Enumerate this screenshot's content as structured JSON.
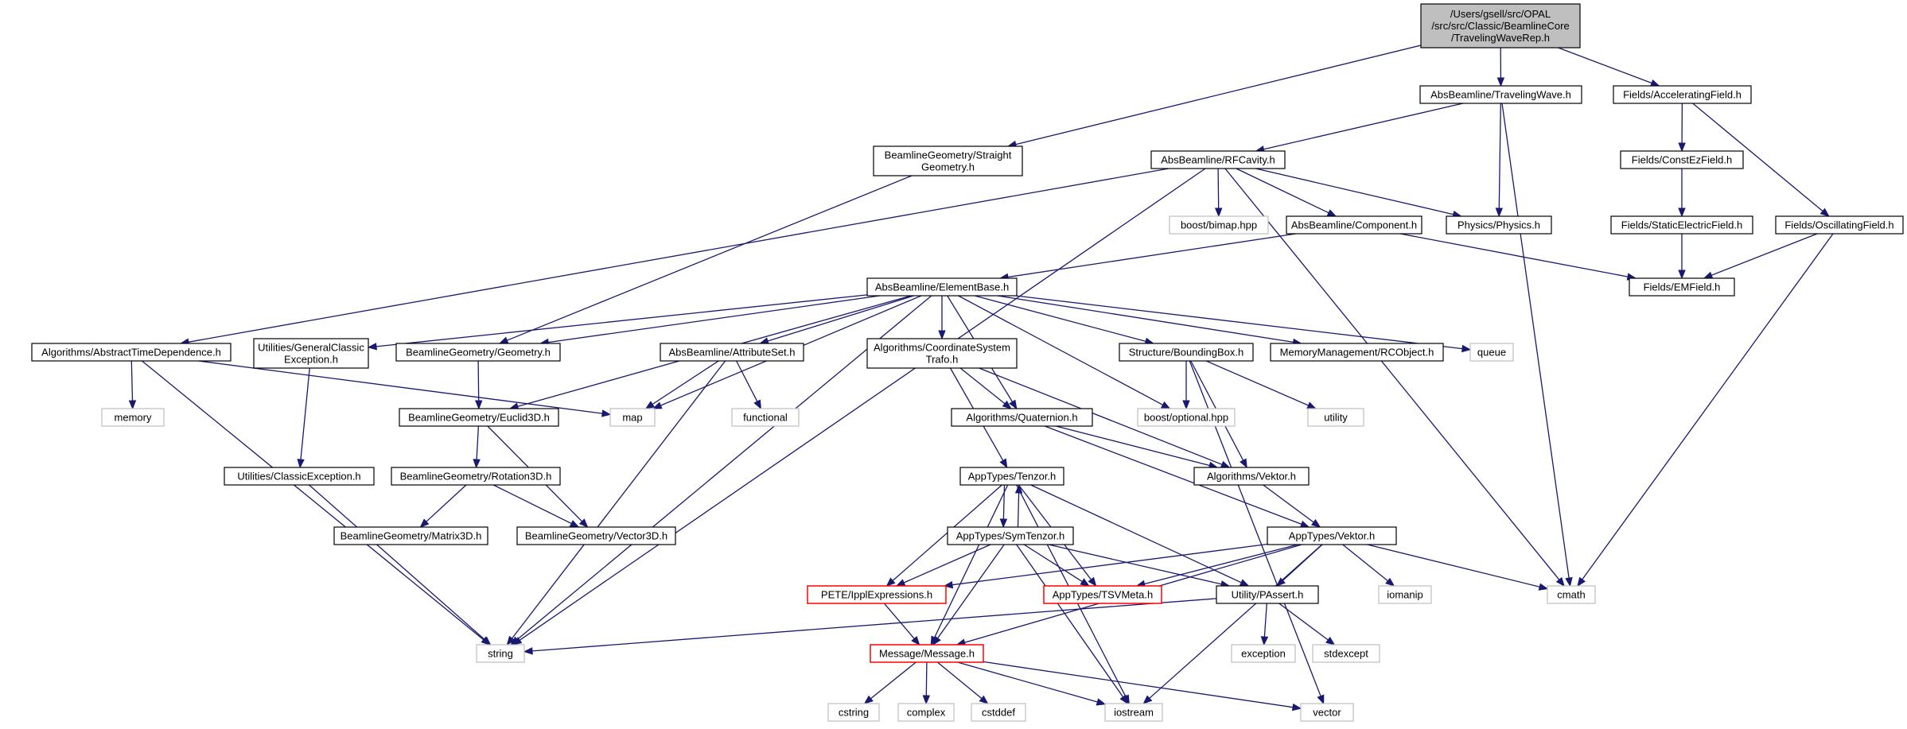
{
  "diagram": {
    "nodes": [
      {
        "id": "root",
        "lines": [
          "/Users/gsell/src/OPAL",
          "/src/src/Classic/BeamlineCore",
          "/TravelingWaveRep.h"
        ],
        "style": "root"
      },
      {
        "id": "travelingwave",
        "lines": [
          "AbsBeamline/TravelingWave.h"
        ],
        "style": "file"
      },
      {
        "id": "accelfield",
        "lines": [
          "Fields/AcceleratingField.h"
        ],
        "style": "file"
      },
      {
        "id": "straightgeom",
        "lines": [
          "BeamlineGeometry/Straight",
          "Geometry.h"
        ],
        "style": "file"
      },
      {
        "id": "rfcavity",
        "lines": [
          "AbsBeamline/RFCavity.h"
        ],
        "style": "file"
      },
      {
        "id": "constez",
        "lines": [
          "Fields/ConstEzField.h"
        ],
        "style": "file"
      },
      {
        "id": "staticelectric",
        "lines": [
          "Fields/StaticElectricField.h"
        ],
        "style": "file"
      },
      {
        "id": "oscillating",
        "lines": [
          "Fields/OscillatingField.h"
        ],
        "style": "file"
      },
      {
        "id": "bimap",
        "lines": [
          "boost/bimap.hpp"
        ],
        "style": "system"
      },
      {
        "id": "component",
        "lines": [
          "AbsBeamline/Component.h"
        ],
        "style": "file"
      },
      {
        "id": "physics",
        "lines": [
          "Physics/Physics.h"
        ],
        "style": "file"
      },
      {
        "id": "emfield",
        "lines": [
          "Fields/EMField.h"
        ],
        "style": "file"
      },
      {
        "id": "elementbase",
        "lines": [
          "AbsBeamline/ElementBase.h"
        ],
        "style": "file"
      },
      {
        "id": "abstimedep",
        "lines": [
          "Algorithms/AbstractTimeDependence.h"
        ],
        "style": "file"
      },
      {
        "id": "genclassicexc",
        "lines": [
          "Utilities/GeneralClassic",
          "Exception.h"
        ],
        "style": "file"
      },
      {
        "id": "geometry",
        "lines": [
          "BeamlineGeometry/Geometry.h"
        ],
        "style": "file"
      },
      {
        "id": "attributeset",
        "lines": [
          "AbsBeamline/AttributeSet.h"
        ],
        "style": "file"
      },
      {
        "id": "coordtrafo",
        "lines": [
          "Algorithms/CoordinateSystem",
          "Trafo.h"
        ],
        "style": "file"
      },
      {
        "id": "boundingbox",
        "lines": [
          "Structure/BoundingBox.h"
        ],
        "style": "file"
      },
      {
        "id": "rcobject",
        "lines": [
          "MemoryManagement/RCObject.h"
        ],
        "style": "file"
      },
      {
        "id": "queue",
        "lines": [
          "queue"
        ],
        "style": "system"
      },
      {
        "id": "memory",
        "lines": [
          "memory"
        ],
        "style": "system"
      },
      {
        "id": "map",
        "lines": [
          "map"
        ],
        "style": "system"
      },
      {
        "id": "euclid3d",
        "lines": [
          "BeamlineGeometry/Euclid3D.h"
        ],
        "style": "file"
      },
      {
        "id": "functional",
        "lines": [
          "functional"
        ],
        "style": "system"
      },
      {
        "id": "quaternion",
        "lines": [
          "Algorithms/Quaternion.h"
        ],
        "style": "file"
      },
      {
        "id": "optional",
        "lines": [
          "boost/optional.hpp"
        ],
        "style": "system"
      },
      {
        "id": "utility",
        "lines": [
          "utility"
        ],
        "style": "system"
      },
      {
        "id": "classicexc",
        "lines": [
          "Utilities/ClassicException.h"
        ],
        "style": "file"
      },
      {
        "id": "rotation3d",
        "lines": [
          "BeamlineGeometry/Rotation3D.h"
        ],
        "style": "file"
      },
      {
        "id": "tenzor",
        "lines": [
          "AppTypes/Tenzor.h"
        ],
        "style": "file"
      },
      {
        "id": "vektor",
        "lines": [
          "Algorithms/Vektor.h"
        ],
        "style": "file"
      },
      {
        "id": "matrix3d",
        "lines": [
          "BeamlineGeometry/Matrix3D.h"
        ],
        "style": "file"
      },
      {
        "id": "vector3d",
        "lines": [
          "BeamlineGeometry/Vector3D.h"
        ],
        "style": "file"
      },
      {
        "id": "symtenzor",
        "lines": [
          "AppTypes/SymTenzor.h"
        ],
        "style": "file"
      },
      {
        "id": "appvektor",
        "lines": [
          "AppTypes/Vektor.h"
        ],
        "style": "file"
      },
      {
        "id": "ipplexpr",
        "lines": [
          "PETE/IpplExpressions.h"
        ],
        "style": "truncated"
      },
      {
        "id": "tsvmeta",
        "lines": [
          "AppTypes/TSVMeta.h"
        ],
        "style": "truncated"
      },
      {
        "id": "passert",
        "lines": [
          "Utility/PAssert.h"
        ],
        "style": "file"
      },
      {
        "id": "iomanip",
        "lines": [
          "iomanip"
        ],
        "style": "system"
      },
      {
        "id": "cmath",
        "lines": [
          "cmath"
        ],
        "style": "system"
      },
      {
        "id": "string",
        "lines": [
          "string"
        ],
        "style": "system"
      },
      {
        "id": "message",
        "lines": [
          "Message/Message.h"
        ],
        "style": "truncated"
      },
      {
        "id": "exception",
        "lines": [
          "exception"
        ],
        "style": "system"
      },
      {
        "id": "stdexcept",
        "lines": [
          "stdexcept"
        ],
        "style": "system"
      },
      {
        "id": "cstring",
        "lines": [
          "cstring"
        ],
        "style": "system"
      },
      {
        "id": "complex",
        "lines": [
          "complex"
        ],
        "style": "system"
      },
      {
        "id": "cstddef",
        "lines": [
          "cstddef"
        ],
        "style": "system"
      },
      {
        "id": "iostream",
        "lines": [
          "iostream"
        ],
        "style": "system"
      },
      {
        "id": "vector",
        "lines": [
          "vector"
        ],
        "style": "system"
      }
    ],
    "edges": [
      [
        "root",
        "travelingwave"
      ],
      [
        "root",
        "accelfield"
      ],
      [
        "root",
        "straightgeom"
      ],
      [
        "travelingwave",
        "rfcavity"
      ],
      [
        "travelingwave",
        "physics"
      ],
      [
        "travelingwave",
        "cmath"
      ],
      [
        "accelfield",
        "constez"
      ],
      [
        "accelfield",
        "oscillating"
      ],
      [
        "constez",
        "staticelectric"
      ],
      [
        "staticelectric",
        "emfield"
      ],
      [
        "oscillating",
        "emfield"
      ],
      [
        "oscillating",
        "cmath"
      ],
      [
        "straightgeom",
        "geometry"
      ],
      [
        "rfcavity",
        "bimap"
      ],
      [
        "rfcavity",
        "component"
      ],
      [
        "rfcavity",
        "physics"
      ],
      [
        "rfcavity",
        "abstimedep"
      ],
      [
        "rfcavity",
        "string"
      ],
      [
        "rfcavity",
        "cmath"
      ],
      [
        "component",
        "elementbase"
      ],
      [
        "component",
        "emfield"
      ],
      [
        "elementbase",
        "genclassicexc"
      ],
      [
        "elementbase",
        "geometry"
      ],
      [
        "elementbase",
        "attributeset"
      ],
      [
        "elementbase",
        "coordtrafo"
      ],
      [
        "elementbase",
        "boundingbox"
      ],
      [
        "elementbase",
        "rcobject"
      ],
      [
        "elementbase",
        "queue"
      ],
      [
        "elementbase",
        "map"
      ],
      [
        "elementbase",
        "euclid3d"
      ],
      [
        "elementbase",
        "quaternion"
      ],
      [
        "elementbase",
        "optional"
      ],
      [
        "elementbase",
        "string"
      ],
      [
        "abstimedep",
        "memory"
      ],
      [
        "abstimedep",
        "map"
      ],
      [
        "abstimedep",
        "string"
      ],
      [
        "genclassicexc",
        "classicexc"
      ],
      [
        "classicexc",
        "string"
      ],
      [
        "geometry",
        "euclid3d"
      ],
      [
        "attributeset",
        "map"
      ],
      [
        "attributeset",
        "functional"
      ],
      [
        "attributeset",
        "string"
      ],
      [
        "euclid3d",
        "rotation3d"
      ],
      [
        "euclid3d",
        "vector3d"
      ],
      [
        "rotation3d",
        "matrix3d"
      ],
      [
        "rotation3d",
        "vector3d"
      ],
      [
        "coordtrafo",
        "quaternion"
      ],
      [
        "coordtrafo",
        "vektor"
      ],
      [
        "coordtrafo",
        "tenzor"
      ],
      [
        "quaternion",
        "vektor"
      ],
      [
        "quaternion",
        "appvektor"
      ],
      [
        "boundingbox",
        "optional"
      ],
      [
        "boundingbox",
        "utility"
      ],
      [
        "boundingbox",
        "vektor"
      ],
      [
        "boundingbox",
        "vector"
      ],
      [
        "vektor",
        "appvektor"
      ],
      [
        "tenzor",
        "symtenzor"
      ],
      [
        "tenzor",
        "ipplexpr"
      ],
      [
        "tenzor",
        "tsvmeta"
      ],
      [
        "tenzor",
        "passert"
      ],
      [
        "tenzor",
        "message"
      ],
      [
        "tenzor",
        "iostream"
      ],
      [
        "symtenzor",
        "tenzor"
      ],
      [
        "symtenzor",
        "ipplexpr"
      ],
      [
        "symtenzor",
        "tsvmeta"
      ],
      [
        "symtenzor",
        "passert"
      ],
      [
        "symtenzor",
        "message"
      ],
      [
        "symtenzor",
        "iostream"
      ],
      [
        "appvektor",
        "ipplexpr"
      ],
      [
        "appvektor",
        "tsvmeta"
      ],
      [
        "appvektor",
        "passert"
      ],
      [
        "appvektor",
        "iomanip"
      ],
      [
        "appvektor",
        "cmath"
      ],
      [
        "appvektor",
        "message"
      ],
      [
        "appvektor",
        "iostream"
      ],
      [
        "ipplexpr",
        "message"
      ],
      [
        "passert",
        "string"
      ],
      [
        "passert",
        "exception"
      ],
      [
        "passert",
        "stdexcept"
      ],
      [
        "message",
        "cstring"
      ],
      [
        "message",
        "complex"
      ],
      [
        "message",
        "cstddef"
      ],
      [
        "message",
        "iostream"
      ],
      [
        "message",
        "vector"
      ]
    ]
  },
  "styles": {
    "root": {
      "fill": "#bfbfbf",
      "stroke": "#000000"
    },
    "file": {
      "fill": "#ffffff",
      "stroke": "#000000"
    },
    "system": {
      "fill": "#ffffff",
      "stroke": "#bfbfbf"
    },
    "truncated": {
      "fill": "#ffffff",
      "stroke": "#ff0000"
    },
    "edge_color": "#191970"
  }
}
